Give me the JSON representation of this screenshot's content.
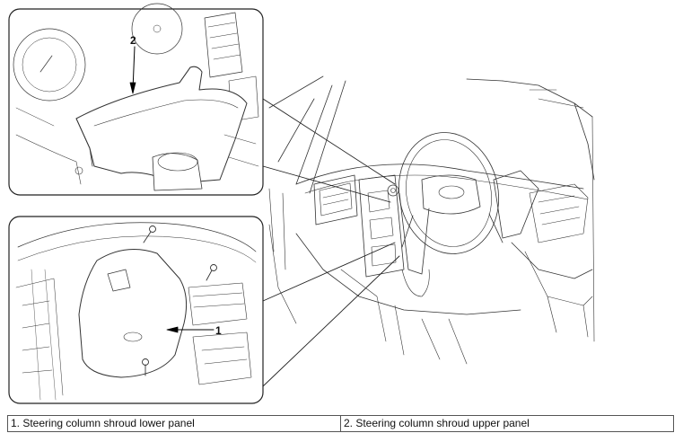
{
  "callouts": [
    {
      "id": "1",
      "text": "1"
    },
    {
      "id": "2",
      "text": "2"
    }
  ],
  "legend": [
    {
      "text": "1. Steering column shroud lower panel"
    },
    {
      "text": "2. Steering column shroud upper panel"
    }
  ]
}
